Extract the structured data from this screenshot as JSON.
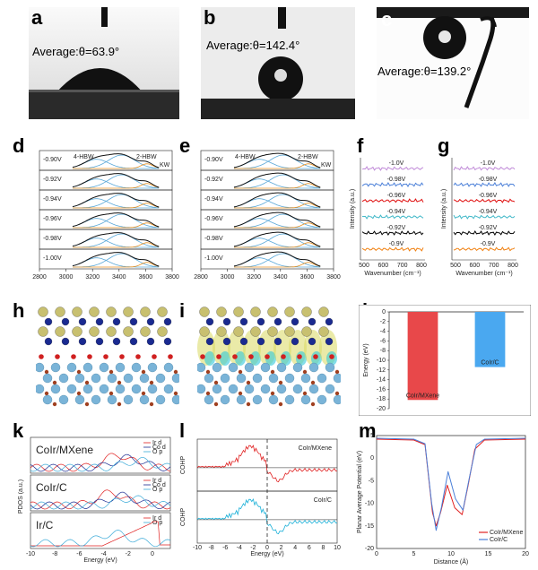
{
  "panels": {
    "a": {
      "letter": "a",
      "caption": "Average:θ=63.9°"
    },
    "b": {
      "letter": "b",
      "caption": "Average:θ=142.4°"
    },
    "c": {
      "letter": "c",
      "caption": "Average:θ=139.2°"
    },
    "d": {
      "letter": "d"
    },
    "e": {
      "letter": "e"
    },
    "f": {
      "letter": "f"
    },
    "g": {
      "letter": "g"
    },
    "h": {
      "letter": "h"
    },
    "i": {
      "letter": "i"
    },
    "j": {
      "letter": "j"
    },
    "k": {
      "letter": "k"
    },
    "l": {
      "letter": "l"
    },
    "m": {
      "letter": "m"
    }
  },
  "ir": {
    "potentials": [
      "-0.90V",
      "-0.92V",
      "-0.94V",
      "-0.96V",
      "-0.98V",
      "-1.00V"
    ],
    "legend": [
      "4-HBW",
      "2-HBW",
      "KW"
    ],
    "xticks": [
      "2800",
      "3000",
      "3200",
      "3400",
      "3600",
      "3800"
    ]
  },
  "raman": {
    "labels": [
      "-1.0V",
      "-0.98V",
      "-0.96V",
      "-0.94V",
      "-0.92V",
      "-0.9V"
    ],
    "colors": [
      "#c08ad8",
      "#4a7fd8",
      "#e01010",
      "#40b8c8",
      "#000000",
      "#f08010"
    ],
    "ylabel": "Intensity (a.u.)",
    "xlabel": "Wavenumber (cm⁻¹)",
    "xticks": [
      "500",
      "600",
      "700",
      "800"
    ]
  },
  "chart_data": [
    {
      "type": "bar",
      "panel": "j",
      "categories": [
        "CoIr/MXene",
        "CoIr/C"
      ],
      "values": [
        -18.2,
        -11.4
      ],
      "colors": [
        "#e8484a",
        "#4aa8f0"
      ],
      "ylabel": "Energy (eV)",
      "ylim": [
        -20,
        0
      ],
      "yticks": [
        "0",
        "-2",
        "-4",
        "-6",
        "-8",
        "-10",
        "-12",
        "-14",
        "-16",
        "-18",
        "-20"
      ]
    },
    {
      "type": "line",
      "panel": "k",
      "groups": [
        "CoIr/MXene",
        "CoIr/C",
        "Ir/C"
      ],
      "legend_groups": [
        [
          "Ir d",
          "Co d",
          "O p"
        ],
        [
          "Ir d",
          "Co d",
          "O p"
        ],
        [
          "Ir d",
          "O p"
        ]
      ],
      "ylabel": "PDOS (a.u.)",
      "xlabel": "Energy (eV)",
      "xticks": [
        "-10",
        "-8",
        "-6",
        "-4",
        "-2",
        "0"
      ]
    },
    {
      "type": "line",
      "panel": "l",
      "groups": [
        "CoIr/MXene",
        "CoIr/C"
      ],
      "ylabel": "COHP",
      "xlabel": "Energy (eV)",
      "xticks": [
        "-10",
        "-8",
        "-6",
        "-4",
        "-2",
        "0",
        "2",
        "4",
        "6",
        "8",
        "10"
      ]
    },
    {
      "type": "line",
      "panel": "m",
      "series": [
        {
          "name": "CoIr/MXene",
          "color": "#e02020"
        },
        {
          "name": "CoIr/C",
          "color": "#4a7fd8"
        }
      ],
      "ylabel": "Planar Average Potential (eV)",
      "xlabel": "Distance (Å)",
      "xticks": [
        "0",
        "5",
        "10",
        "15",
        "20"
      ],
      "yticks": [
        "5",
        "0",
        "-5",
        "-10",
        "-15",
        "-20"
      ],
      "xlim": [
        0,
        20
      ],
      "ylim": [
        -20,
        5
      ]
    }
  ]
}
